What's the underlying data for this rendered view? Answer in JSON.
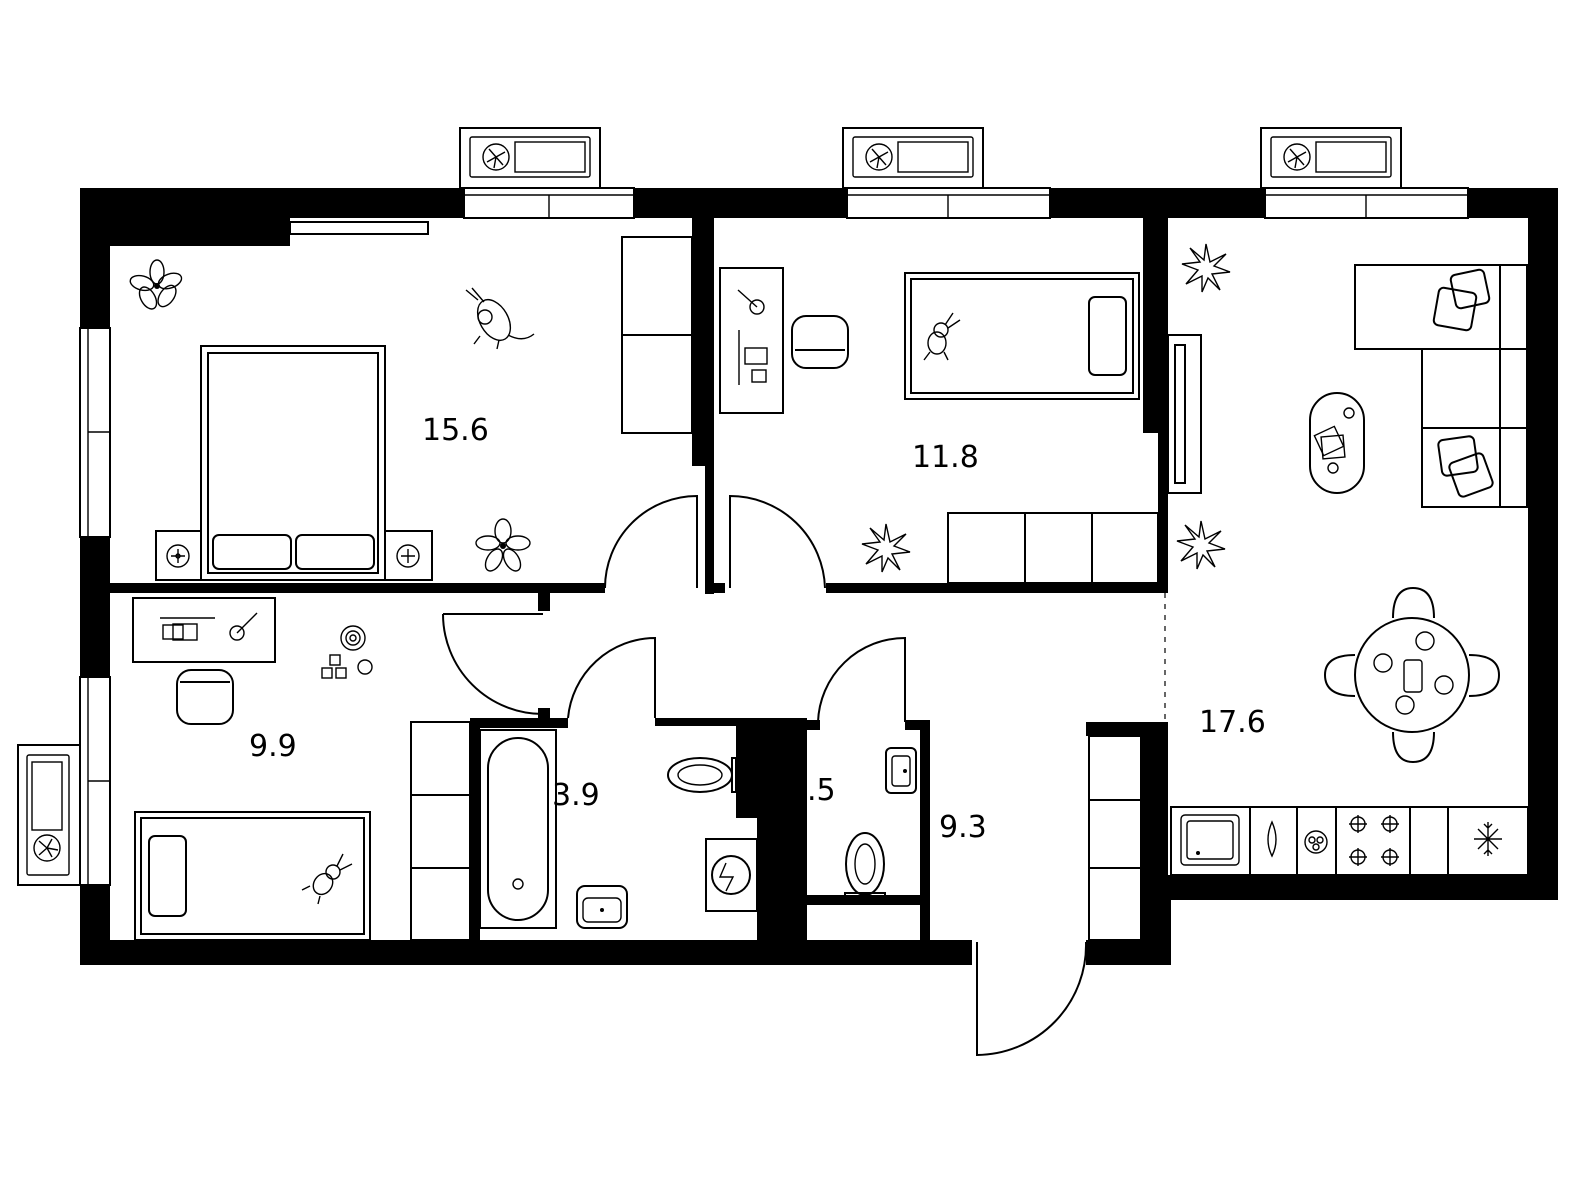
{
  "floorplan": {
    "rooms": [
      {
        "id": "bedroom-large",
        "area": "15.6"
      },
      {
        "id": "bedroom-small",
        "area": "11.8"
      },
      {
        "id": "kitchen-living",
        "area": "17.6"
      },
      {
        "id": "kids-room",
        "area": "9.9"
      },
      {
        "id": "bathroom",
        "area": "3.9"
      },
      {
        "id": "toilet",
        "area": ".5"
      },
      {
        "id": "hallway",
        "area": "9.3"
      }
    ],
    "icons": [
      "radiator-icon",
      "plant-icon",
      "toy-dog-icon",
      "double-bed-icon",
      "nightstand-icon",
      "wardrobe-icon",
      "desk-icon",
      "chair-icon",
      "single-bed-icon",
      "teddy-bunny-icon",
      "tv-icon",
      "sofa-icon",
      "coffee-table-icon",
      "dining-table-icon",
      "kitchen-counter-icon",
      "sink-icon",
      "stove-icon",
      "fridge-icon",
      "bathtub-icon",
      "toilet-icon",
      "washing-machine-icon",
      "toy-blocks-icon",
      "door-icon"
    ]
  }
}
